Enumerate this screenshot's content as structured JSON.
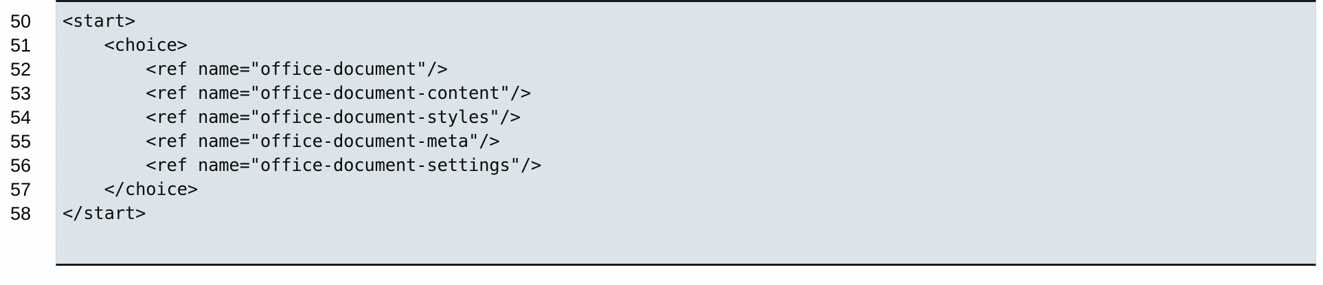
{
  "listing": {
    "language": "xml",
    "colors": {
      "page_background": "#fdfefe",
      "code_background": "#dbe4e9",
      "code_border": "#1a1a1a",
      "code_side_border": "#b9cbd4",
      "text": "#0d0d0d",
      "line_number_text": "#000000"
    },
    "lines": [
      {
        "number": "50",
        "code": "<start>"
      },
      {
        "number": "51",
        "code": "    <choice>"
      },
      {
        "number": "52",
        "code": "        <ref name=\"office-document\"/>"
      },
      {
        "number": "53",
        "code": "        <ref name=\"office-document-content\"/>"
      },
      {
        "number": "54",
        "code": "        <ref name=\"office-document-styles\"/>"
      },
      {
        "number": "55",
        "code": "        <ref name=\"office-document-meta\"/>"
      },
      {
        "number": "56",
        "code": "        <ref name=\"office-document-settings\"/>"
      },
      {
        "number": "57",
        "code": "    </choice>"
      },
      {
        "number": "58",
        "code": "</start>"
      }
    ]
  }
}
